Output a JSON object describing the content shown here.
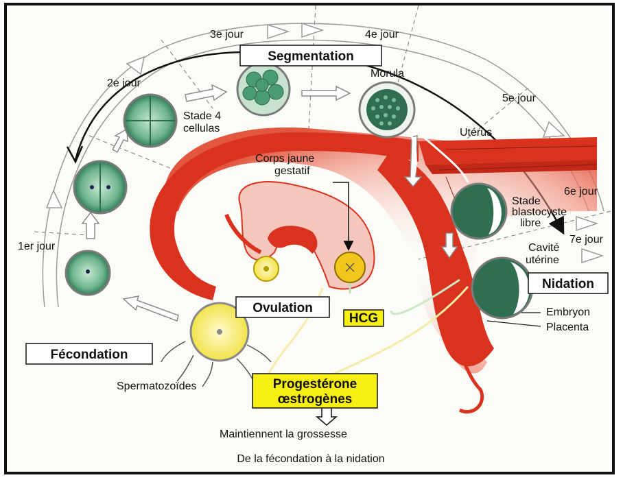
{
  "title": "De la fécondation à la nidation",
  "days": {
    "d1": "1er jour",
    "d2": "2e jour",
    "d3": "3e jour",
    "d4": "4e jour",
    "d5": "5e jour",
    "d6": "6e jour",
    "d7": "7e jour"
  },
  "boxes": {
    "segmentation": "Segmentation",
    "ovulation": "Ovulation",
    "fecondation": "Fécondation",
    "nidation": "Nidation",
    "hcg": "HCG",
    "hormones_line1": "Progestérone",
    "hormones_line2": "œstrogènes"
  },
  "labels": {
    "stade4_line1": "Stade 4",
    "stade4_line2": "cellulas",
    "morula": "Morula",
    "uterus": "Utérus",
    "corps_jaune_line1": "Corps jaune",
    "corps_jaune_line2": "gestatif",
    "blastocyste_line1": "Stade",
    "blastocyste_line2": "blastocyste",
    "blastocyste_line3": "libre",
    "cavite_line1": "Cavité",
    "cavite_line2": "utérine",
    "embryon": "Embryon",
    "placenta": "Placenta",
    "spermatozoides": "Spermatozoïdes",
    "maintiennent": "Maintiennent la grossesse"
  },
  "colors": {
    "uterus_red": "#d9331f",
    "pink": "#f6c7bd",
    "cell_green": "#3e8e6a",
    "hormone_yellow": "#f7ee14"
  }
}
